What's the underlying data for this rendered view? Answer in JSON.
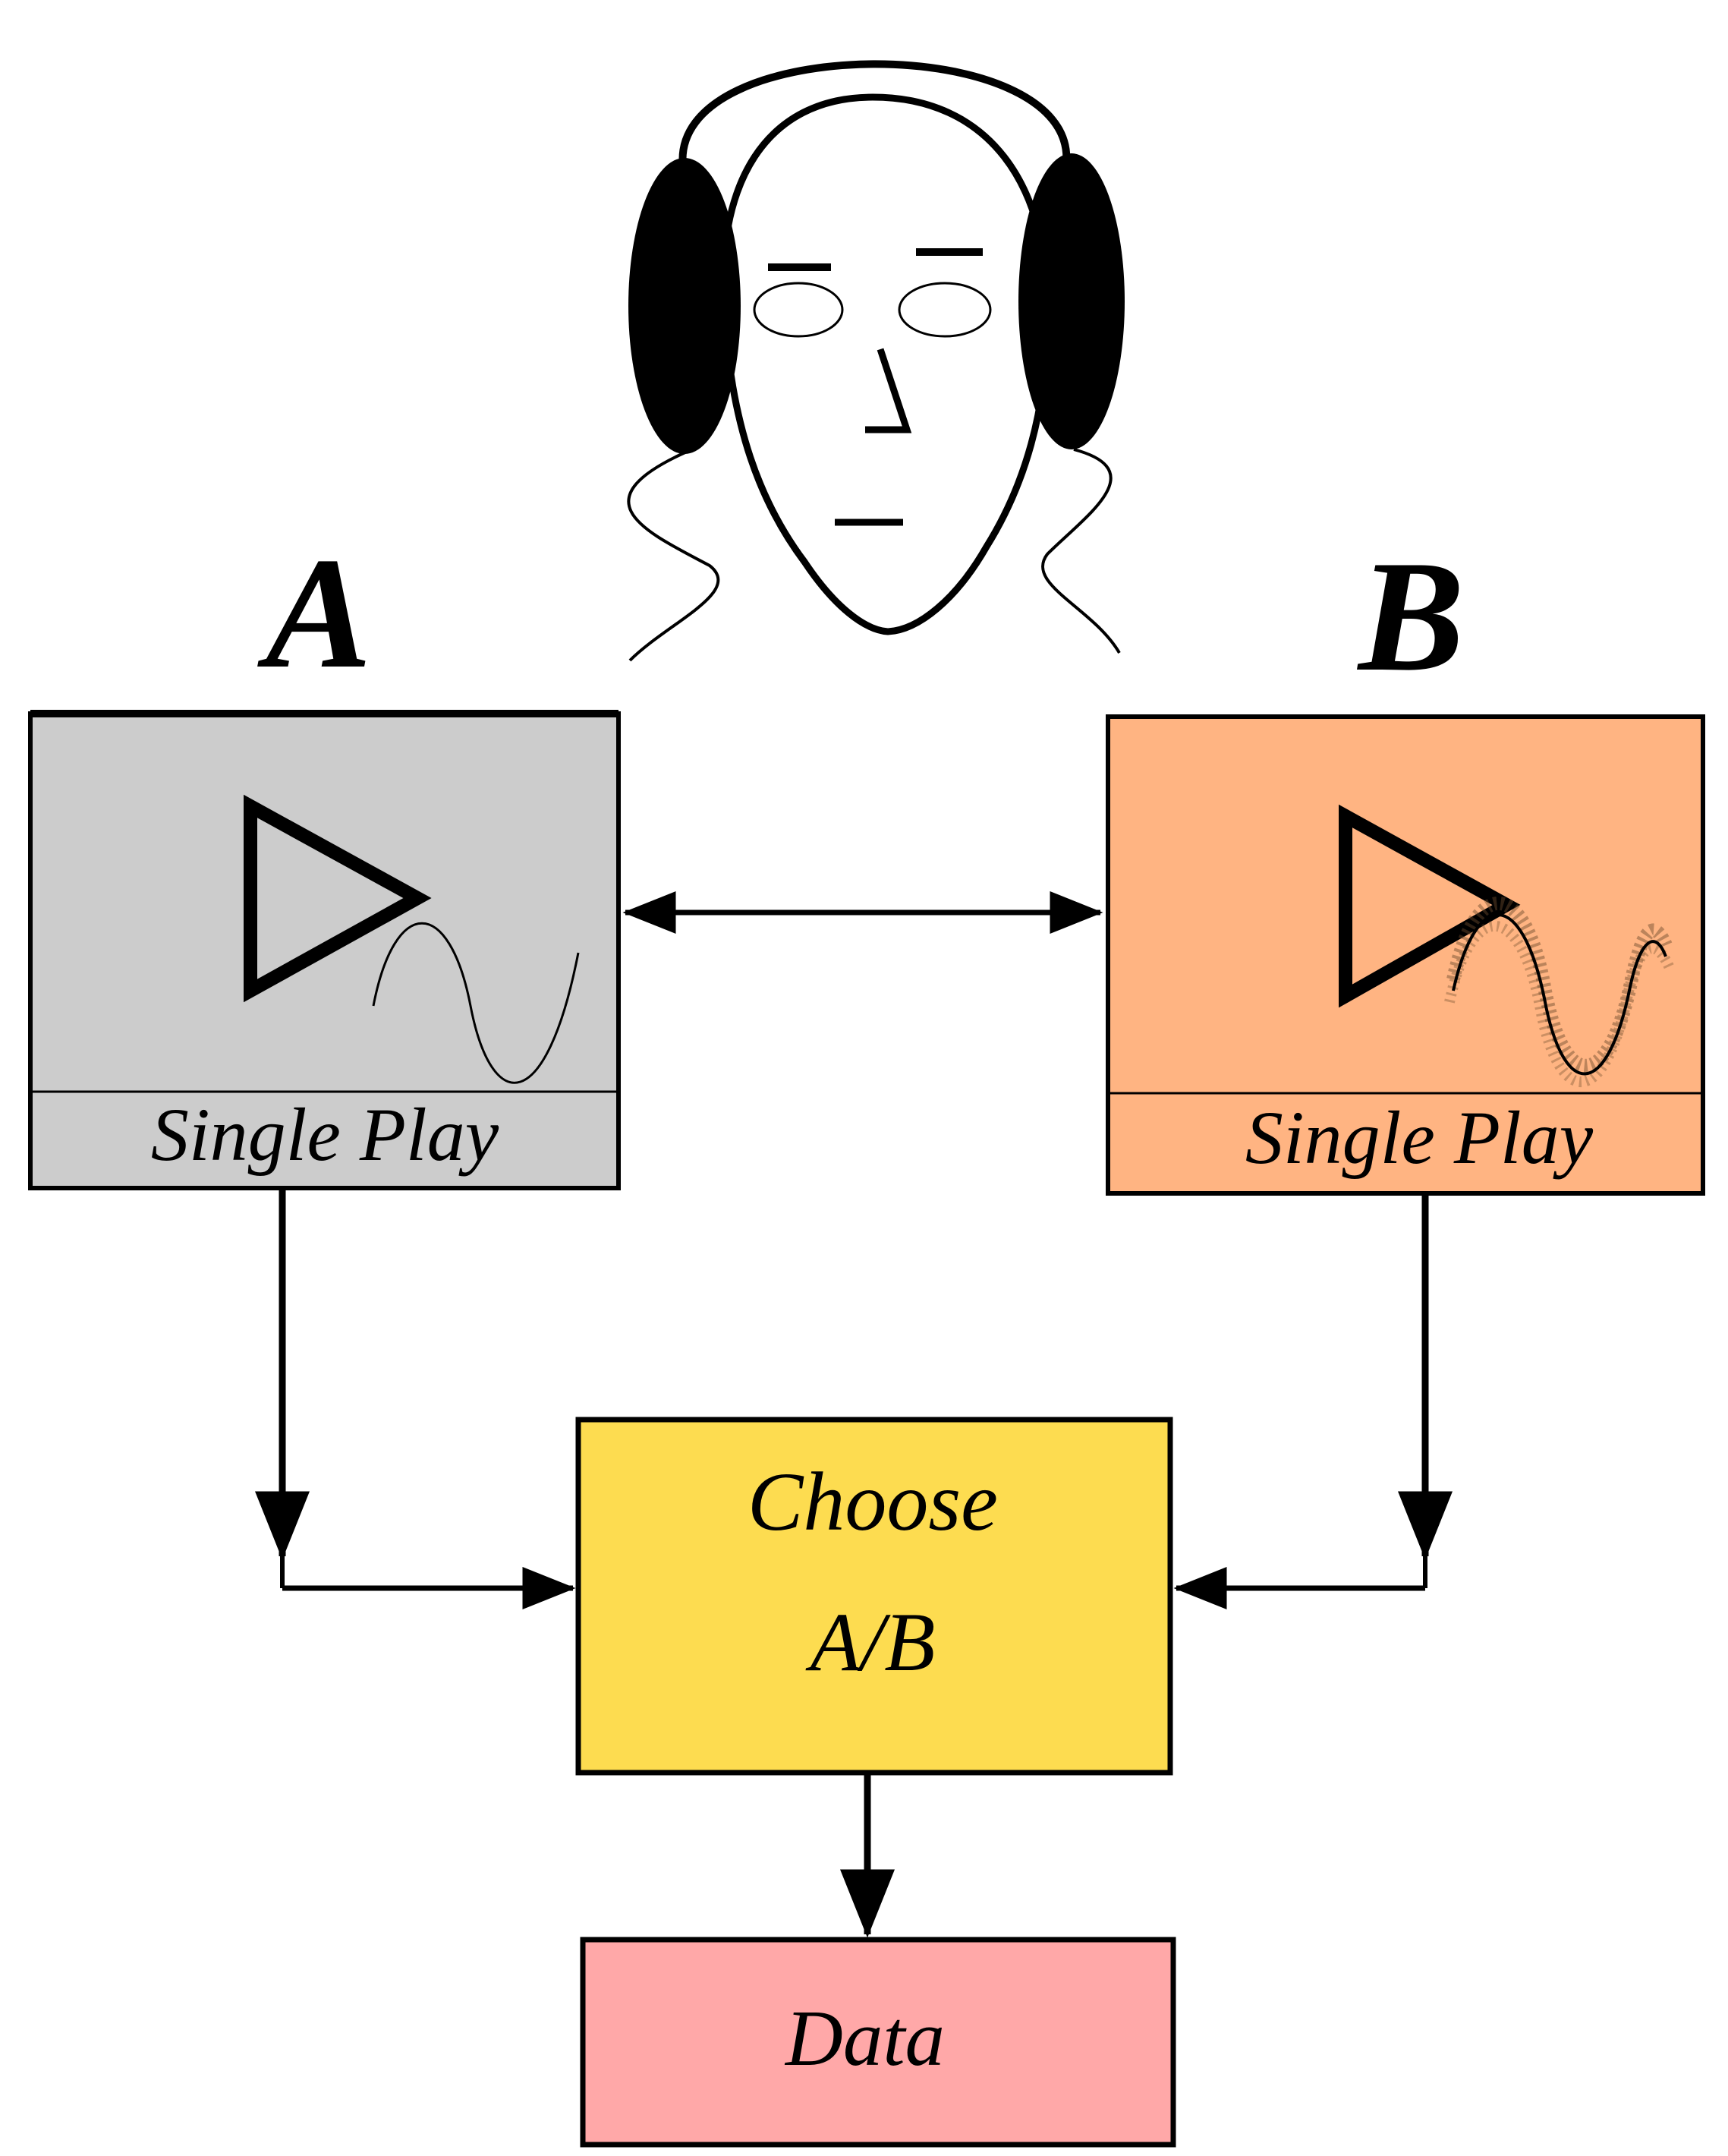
{
  "labels": {
    "a_title": "A",
    "b_title": "B",
    "a_button": "Single Play",
    "b_button": "Single Play",
    "choose_line1": "Choose",
    "choose_line2": "A/B",
    "data_box": "Data"
  },
  "colors": {
    "panel_a": "#cccccc",
    "panel_b": "#ffb482",
    "choose_box": "#fddc50",
    "data_box": "#ffa8a8",
    "stroke": "#000000"
  },
  "icons": {
    "listener": "listener-with-headphones-icon",
    "play": "play-triangle-icon",
    "clean_wave": "sine-wave-icon",
    "noisy_wave": "noisy-sine-wave-icon"
  }
}
